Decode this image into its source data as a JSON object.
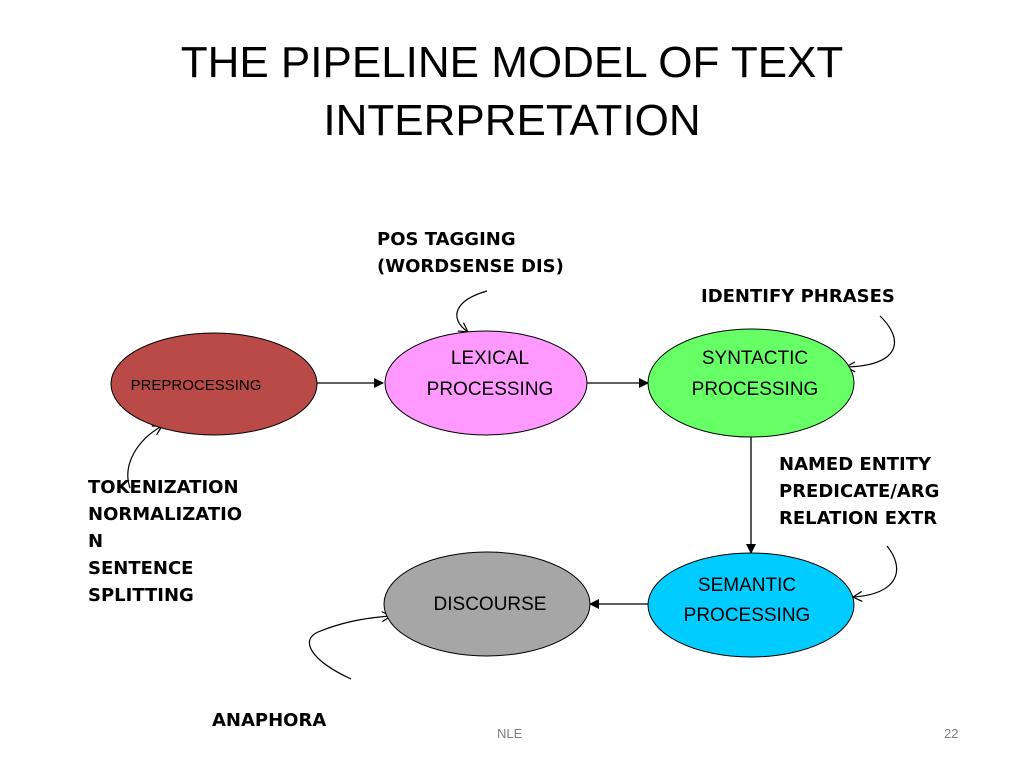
{
  "title": {
    "line1": "THE PIPELINE MODEL OF TEXT",
    "line2": "INTERPRETATION"
  },
  "nodes": {
    "preprocessing": {
      "label": "PREPROCESSING",
      "color": "#b94a48"
    },
    "lexical": {
      "line1": "LEXICAL",
      "line2": "PROCESSING",
      "color": "#ff99ff"
    },
    "syntactic": {
      "line1": "SYNTACTIC",
      "line2": "PROCESSING",
      "color": "#66ff66"
    },
    "semantic": {
      "line1": "SEMANTIC",
      "line2": "PROCESSING",
      "color": "#00ccff"
    },
    "discourse": {
      "label": "DISCOURSE",
      "color": "#a6a6a6"
    }
  },
  "annotations": {
    "pos": {
      "line1": "POS TAGGING",
      "line2": "(WORDSENSE DIS)"
    },
    "phrases": {
      "line1": "IDENTIFY PHRASES"
    },
    "named_entity": {
      "line1": "NAMED ENTITY",
      "line2": "PREDICATE/ARG",
      "line3": "RELATION EXTR"
    },
    "tokenization": {
      "line1": "TOKENIZATION",
      "line2": "NORMALIZATIO",
      "line3": "N",
      "line4": "SENTENCE",
      "line5": "SPLITTING"
    },
    "anaphora": {
      "line1": "ANAPHORA"
    }
  },
  "footer": {
    "center": "NLE",
    "page": "22"
  }
}
